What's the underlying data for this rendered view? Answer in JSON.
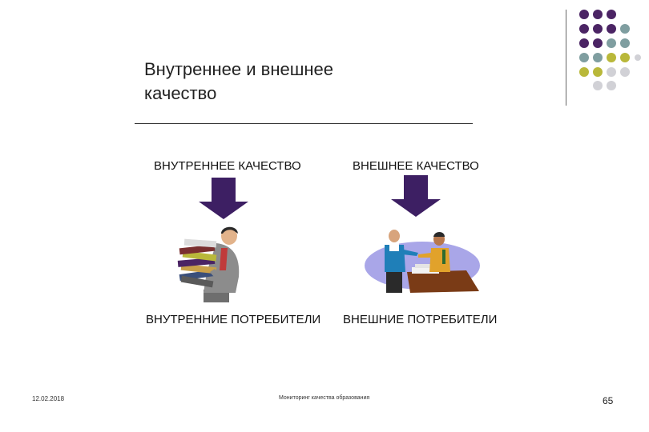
{
  "slide": {
    "title_line1": "Внутреннее и внешнее",
    "title_line2": "качество",
    "internal_quality": "ВНУТРЕННЕЕ КАЧЕСТВО",
    "external_quality": "ВНЕШНЕЕ КАЧЕСТВО",
    "internal_consumers": "ВНУТРЕННИЕ ПОТРЕБИТЕЛИ",
    "external_consumers": "ВНЕШНИЕ ПОТРЕБИТЕЛИ"
  },
  "footer": {
    "date": "12.02.2018",
    "center_text": "Мониторинг качества образования",
    "page_number": "65"
  },
  "colors": {
    "purple": "#4b2464",
    "teal": "#7f9ea0",
    "olive": "#b9b83a",
    "light_gray": "#d1d1d6",
    "arrow": "#3d1f63"
  }
}
